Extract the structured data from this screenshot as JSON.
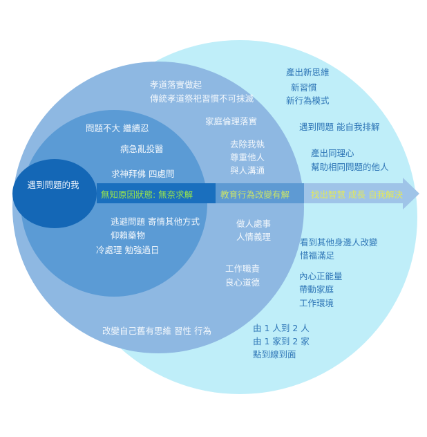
{
  "colors": {
    "outer": "#bfeef9",
    "middle": "#8eb8e2",
    "inner": "#5b9bd5",
    "core": "#1467b6",
    "arrow1": "#1a6fbe",
    "arrow2": "#5e9ad3",
    "arrow3": "#9fc4e8",
    "text_arrow1": "#9be64a",
    "text_arrow2": "#c9e36a",
    "text_arrow3": "#e3e85a",
    "outer_text": "#2e75b6"
  },
  "core": {
    "label": "遇到問題的我"
  },
  "arrow": {
    "stage1": "無知原因狀態: 無奈求解",
    "stage2": "教育行為改變有解",
    "stage3": "找出智慧 成長 自我解決"
  },
  "inner": {
    "lines": [
      "問題不大 繼續忍",
      "病急亂投醫",
      "求神拜佛 四處問",
      "逃避問題 寄情其他方式",
      "仰賴藥物",
      "冷處理 勉強過日"
    ]
  },
  "middle": {
    "lines": [
      "孝道落實做起",
      "傳統孝道祭祀習慣不可抹滅",
      "家庭倫理落實",
      "去除我執",
      "尊重他人",
      "與人溝通",
      "做人處事",
      "人情義理",
      "工作職責",
      "良心道德",
      "改變自己舊有思維 習性 行為"
    ]
  },
  "outer": {
    "lines": [
      "產出新思維",
      "新習慣",
      "新行為模式",
      "遇到問題 能自我排解",
      "產出同理心",
      "幫助相同問題的他人",
      "看到其他身邊人改變",
      "惜福滿足",
      "內心正能量",
      "帶動家庭",
      "工作環境",
      "由 1 人到 2 人",
      "由 1 家到 2 家",
      "點到線到面"
    ]
  }
}
